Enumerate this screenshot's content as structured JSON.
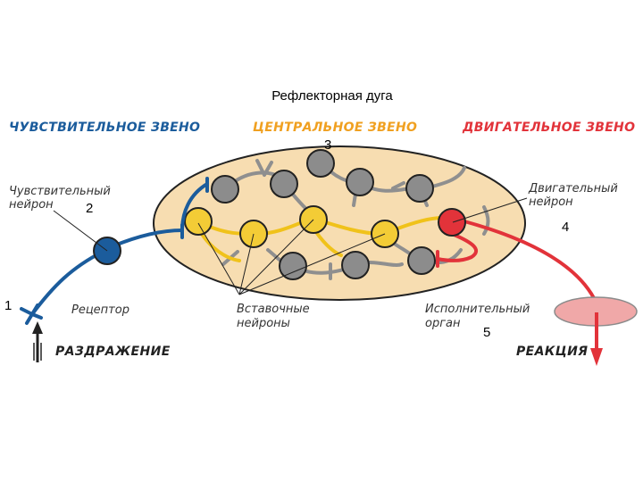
{
  "title": "Рефлекторная дуга",
  "sections": {
    "sensory": "ЧУВСТВИТЕЛЬНОЕ ЗВЕНО",
    "central": "ЦЕНТРАЛЬНОЕ ЗВЕНО",
    "motor": "ДВИГАТЕЛЬНОЕ ЗВЕНО"
  },
  "labels": {
    "sensory_neuron": [
      "Чувствительный",
      "нейрон"
    ],
    "motor_neuron": [
      "Двигательный",
      "нейрон"
    ],
    "receptor": "Рецептор",
    "interneurons": [
      "Вставочные",
      "нейроны"
    ],
    "effector": [
      "Исполнительный",
      "орган"
    ],
    "stimulus": "РАЗДРАЖЕНИЕ",
    "reaction": "РЕАКЦИЯ"
  },
  "markers": [
    "1",
    "2",
    "3",
    "4",
    "5"
  ],
  "colors": {
    "blue": "#1b5c9c",
    "orange": "#f0a020",
    "red": "#e2333a",
    "yellow": "#f3cc36",
    "gray": "#8c8c8c",
    "ellipse": "#f7ddb1"
  }
}
